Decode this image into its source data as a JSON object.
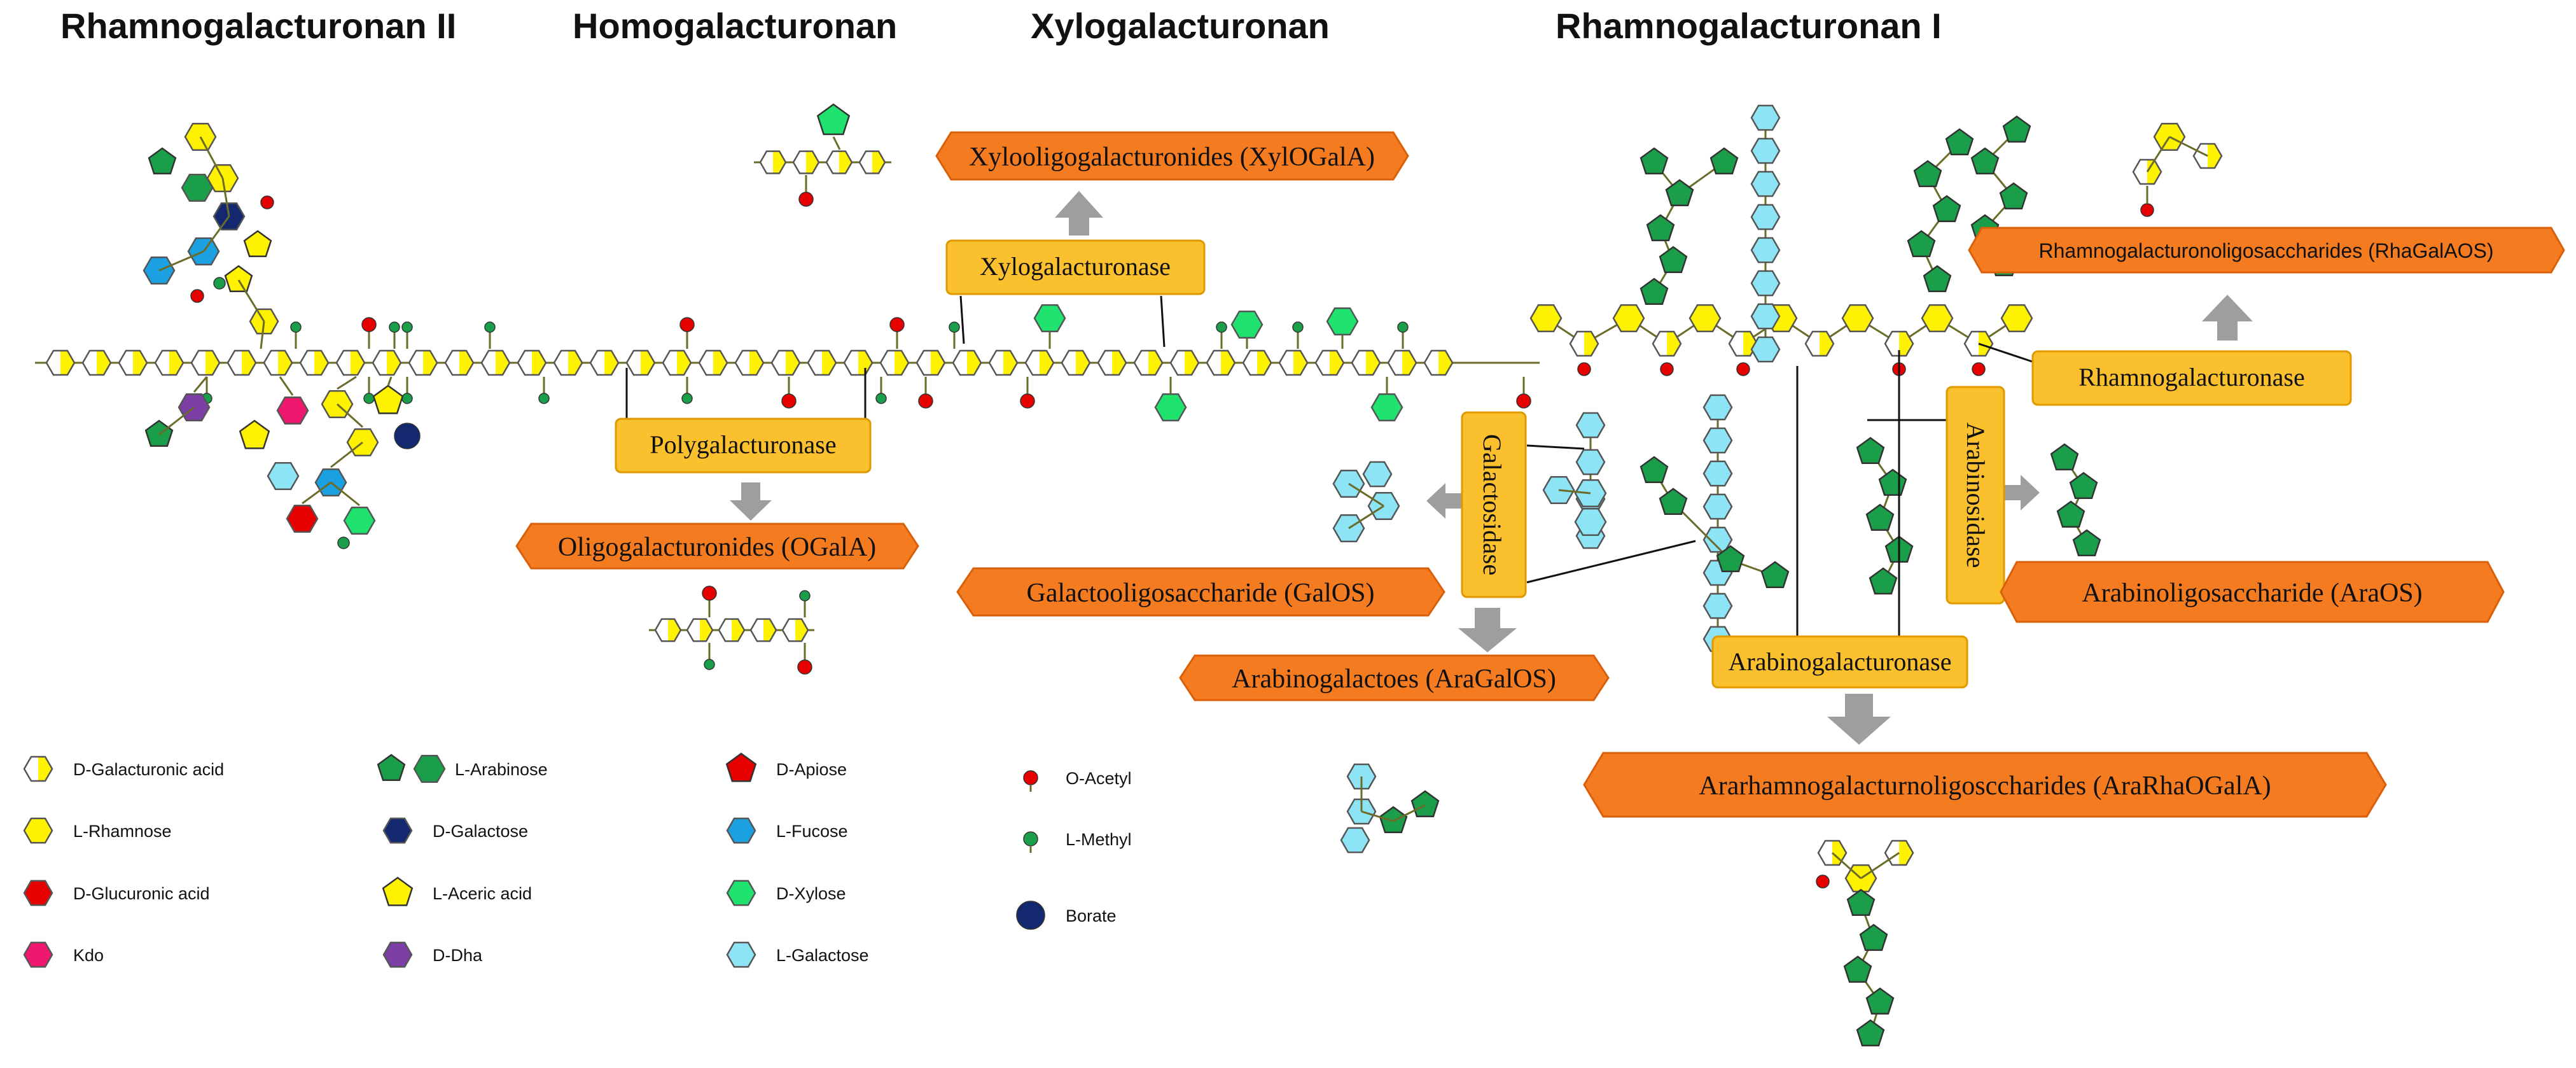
{
  "titles": {
    "rg2": "Rhamnogalacturonan II",
    "hg": "Homogalacturonan",
    "xga": "Xylogalacturonan",
    "rg1": "Rhamnogalacturonan I"
  },
  "enzymes": {
    "polygalacturonase": "Polygalacturonase",
    "xylogalacturonase": "Xylogalacturonase",
    "galactosidase": "Galactosidase",
    "arabinogalacturonase": "Arabinogalacturonase",
    "arabinosidase": "Arabinosidase",
    "rhamnogalacturonase": "Rhamnogalacturonase"
  },
  "products": {
    "ogala": "Oligogalacturonides  (OGalA)",
    "xylogala": "Xylooligogalacturonides  (XylOGalA)",
    "galos": "Galactooligosaccharide  (GalOS)",
    "aragalos": "Arabinogalactoes (AraGalOS)",
    "arargalas": "Ararhamnogalacturnoligosccharides  (AraRhaOGalA)",
    "araos": "Arabinoligosaccharide  (AraOS)",
    "rhagalaos": "Rhamnogalacturonoligosaccharides (RhaGalAOS)"
  },
  "legend": [
    {
      "label": "D-Galacturonic acid",
      "shape": "hexagon-half",
      "color": "#FFF200"
    },
    {
      "label": "L-Rhamnose",
      "shape": "hexagon",
      "color": "#FFF200"
    },
    {
      "label": "D-Glucuronic acid",
      "shape": "hexagon",
      "color": "#E60000"
    },
    {
      "label": "Kdo",
      "shape": "hexagon",
      "color": "#F0186E"
    },
    {
      "label": "L-Arabinose",
      "shape": "pentagon-pair",
      "color": "#1A9E4A"
    },
    {
      "label": "D-Galactose",
      "shape": "hexagon",
      "color": "#13286E"
    },
    {
      "label": "L-Aceric acid",
      "shape": "pentagon",
      "color": "#FFF200"
    },
    {
      "label": "D-Dha",
      "shape": "hexagon",
      "color": "#7B3FA5"
    },
    {
      "label": "D-Apiose",
      "shape": "pentagon",
      "color": "#E60000"
    },
    {
      "label": "L-Fucose",
      "shape": "hexagon",
      "color": "#1BA1E2"
    },
    {
      "label": "D-Xylose",
      "shape": "hexagon",
      "color": "#1FE36E"
    },
    {
      "label": "L-Galactose",
      "shape": "hexagon",
      "color": "#8DE4F5"
    },
    {
      "label": "O-Acetyl",
      "shape": "dot",
      "color": "#E60000"
    },
    {
      "label": "L-Methyl",
      "shape": "dot",
      "color": "#1A9E4A"
    },
    {
      "label": "Borate",
      "shape": "circle",
      "color": "#13286E"
    }
  ],
  "colors": {
    "galacturonic": "#FFF200",
    "arabinose": "#1A9E4A",
    "xylose": "#1FE36E",
    "galactose_l": "#8DE4F5",
    "fucose": "#1BA1E2",
    "galactose_d": "#13286E",
    "acetyl": "#E60000",
    "methyl": "#1A9E4A",
    "enzyme": "#FBC02D",
    "product": "#F47B20",
    "arrow_gray": "#9E9E9E"
  }
}
